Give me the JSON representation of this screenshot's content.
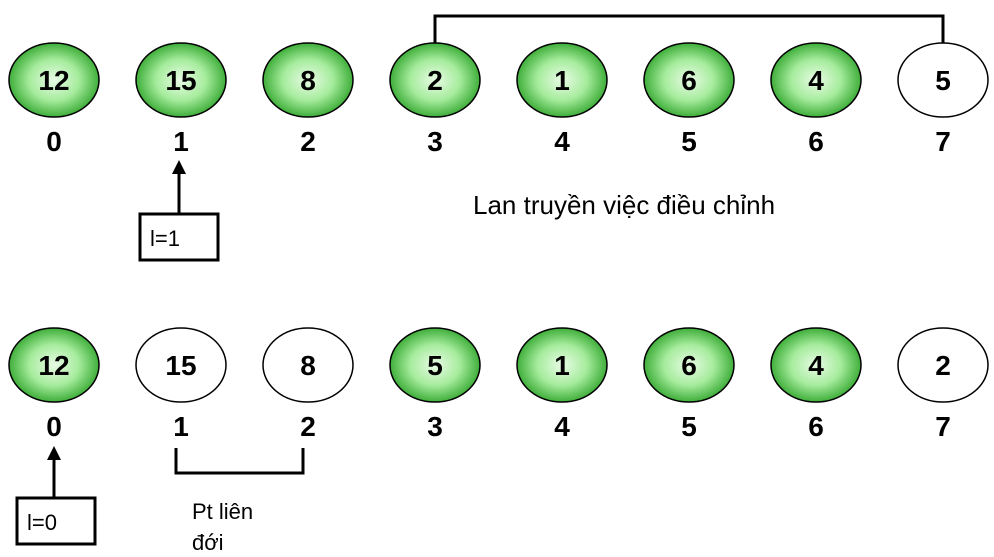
{
  "top_row": {
    "nodes": [
      {
        "value": "12",
        "index": "0",
        "highlight": true
      },
      {
        "value": "15",
        "index": "1",
        "highlight": true
      },
      {
        "value": "8",
        "index": "2",
        "highlight": true
      },
      {
        "value": "2",
        "index": "3",
        "highlight": true
      },
      {
        "value": "1",
        "index": "4",
        "highlight": true
      },
      {
        "value": "6",
        "index": "5",
        "highlight": true
      },
      {
        "value": "4",
        "index": "6",
        "highlight": true
      },
      {
        "value": "5",
        "index": "7",
        "highlight": false
      }
    ],
    "pointer_label": "l=1",
    "caption": "Lan truyền việc điều chỉnh"
  },
  "bottom_row": {
    "nodes": [
      {
        "value": "12",
        "index": "0",
        "highlight": true
      },
      {
        "value": "15",
        "index": "1",
        "highlight": false
      },
      {
        "value": "8",
        "index": "2",
        "highlight": false
      },
      {
        "value": "5",
        "index": "3",
        "highlight": true
      },
      {
        "value": "1",
        "index": "4",
        "highlight": true
      },
      {
        "value": "6",
        "index": "5",
        "highlight": true
      },
      {
        "value": "4",
        "index": "6",
        "highlight": true
      },
      {
        "value": "2",
        "index": "7",
        "highlight": false
      }
    ],
    "pointer_label": "l=0",
    "caption_line1": "Pt liên",
    "caption_line2": "đới"
  },
  "colors": {
    "green_center": "#e9fbe6",
    "green_mid": "#97e68e",
    "green_edge": "#3fae3a",
    "white": "#ffffff",
    "stroke": "#000000"
  }
}
